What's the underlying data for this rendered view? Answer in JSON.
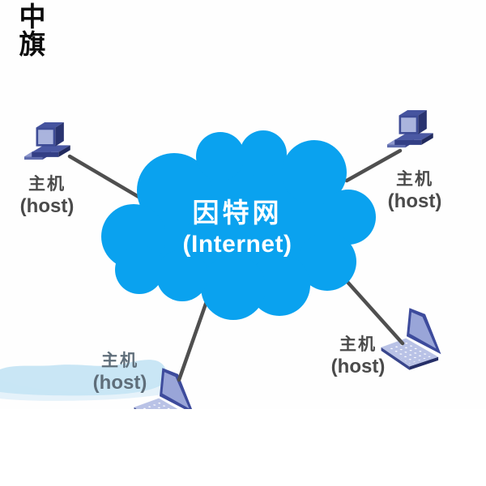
{
  "logo": {
    "text": "中旗",
    "chars": [
      "中",
      "旗"
    ]
  },
  "diagram": {
    "cloud": {
      "label_cn": "因特网",
      "label_en": "(Internet)"
    },
    "hosts": [
      {
        "id": "top-left",
        "icon": "desktop-computer-icon",
        "label_cn": "主机",
        "label_en": "(host)"
      },
      {
        "id": "top-right",
        "icon": "desktop-computer-icon",
        "label_cn": "主机",
        "label_en": "(host)"
      },
      {
        "id": "bottom-right",
        "icon": "laptop-icon",
        "label_cn": "主机",
        "label_en": "(host)"
      },
      {
        "id": "bottom-left",
        "icon": "laptop-icon",
        "label_cn": "主机",
        "label_en": "(host)"
      }
    ],
    "links_count": 4
  },
  "colors": {
    "cloud": "#0aa2ef",
    "link": "#4f4f4f",
    "band": "#c6e5f4",
    "band_light": "#e2f1f9",
    "cloud_text": "#ffffff",
    "label_text": "#4a4a4a"
  }
}
